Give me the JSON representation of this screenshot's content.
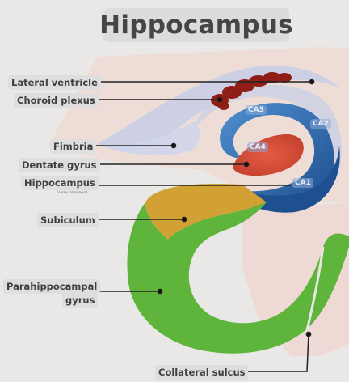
{
  "title": "Hippocampus",
  "labels": {
    "lateral_ventricle": "Lateral ventricle",
    "choroid_plexus": "Choroid plexus",
    "fimbria": "Fimbria",
    "dentate_gyrus": "Dentate gyrus",
    "hippocampus": "Hippocampus",
    "hippocampus_sub": "(cornu ammonis)",
    "subiculum": "Subiculum",
    "parahippocampal_line1": "Parahippocampal",
    "parahippocampal_line2": "gyrus",
    "collateral_sulcus": "Collateral sulcus"
  },
  "regions": {
    "ca1": "CA1",
    "ca2": "CA2",
    "ca3": "CA3",
    "ca4": "CA4"
  },
  "colors": {
    "background": "#e9e8e7",
    "tissue": "#efd9d2",
    "ventricle": "#c7cee6",
    "choroid": "#8f1e17",
    "cornu_ammonis": "#2f6fb0",
    "dentate": "#d8513b",
    "subiculum": "#d1a233",
    "parahippocampal": "#5fb53b"
  }
}
